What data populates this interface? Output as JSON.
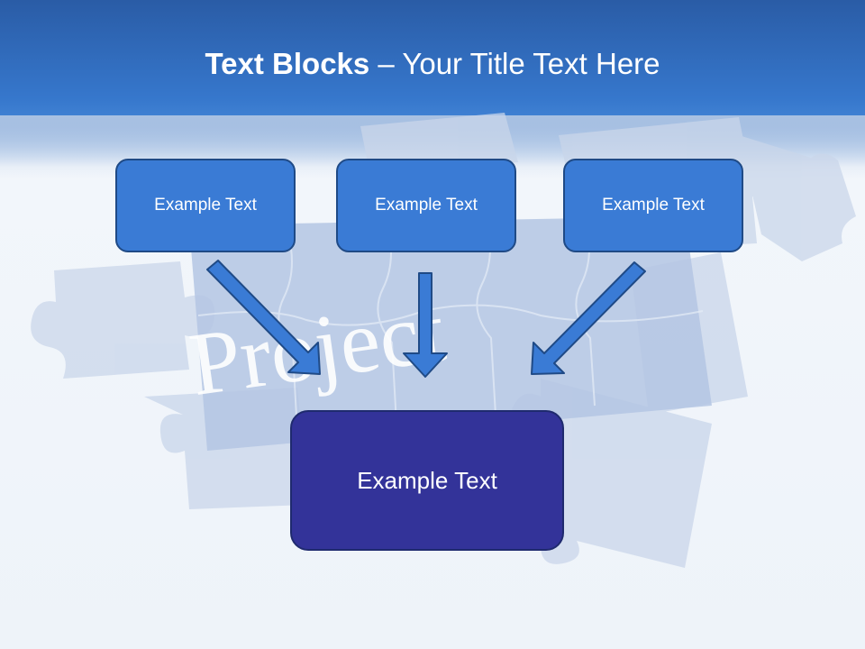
{
  "title": {
    "bold": "Text Blocks",
    "separator": " – ",
    "rest": "Your Title Text Here"
  },
  "background_word": "Project",
  "boxes": [
    {
      "label": "Example Text"
    },
    {
      "label": "Example Text"
    },
    {
      "label": "Example Text"
    }
  ],
  "main_box": {
    "label": "Example Text"
  },
  "colors": {
    "header": "#3677cc",
    "box": "#3a7bd5",
    "main_box": "#333399",
    "arrow": "#3a7bd5"
  }
}
